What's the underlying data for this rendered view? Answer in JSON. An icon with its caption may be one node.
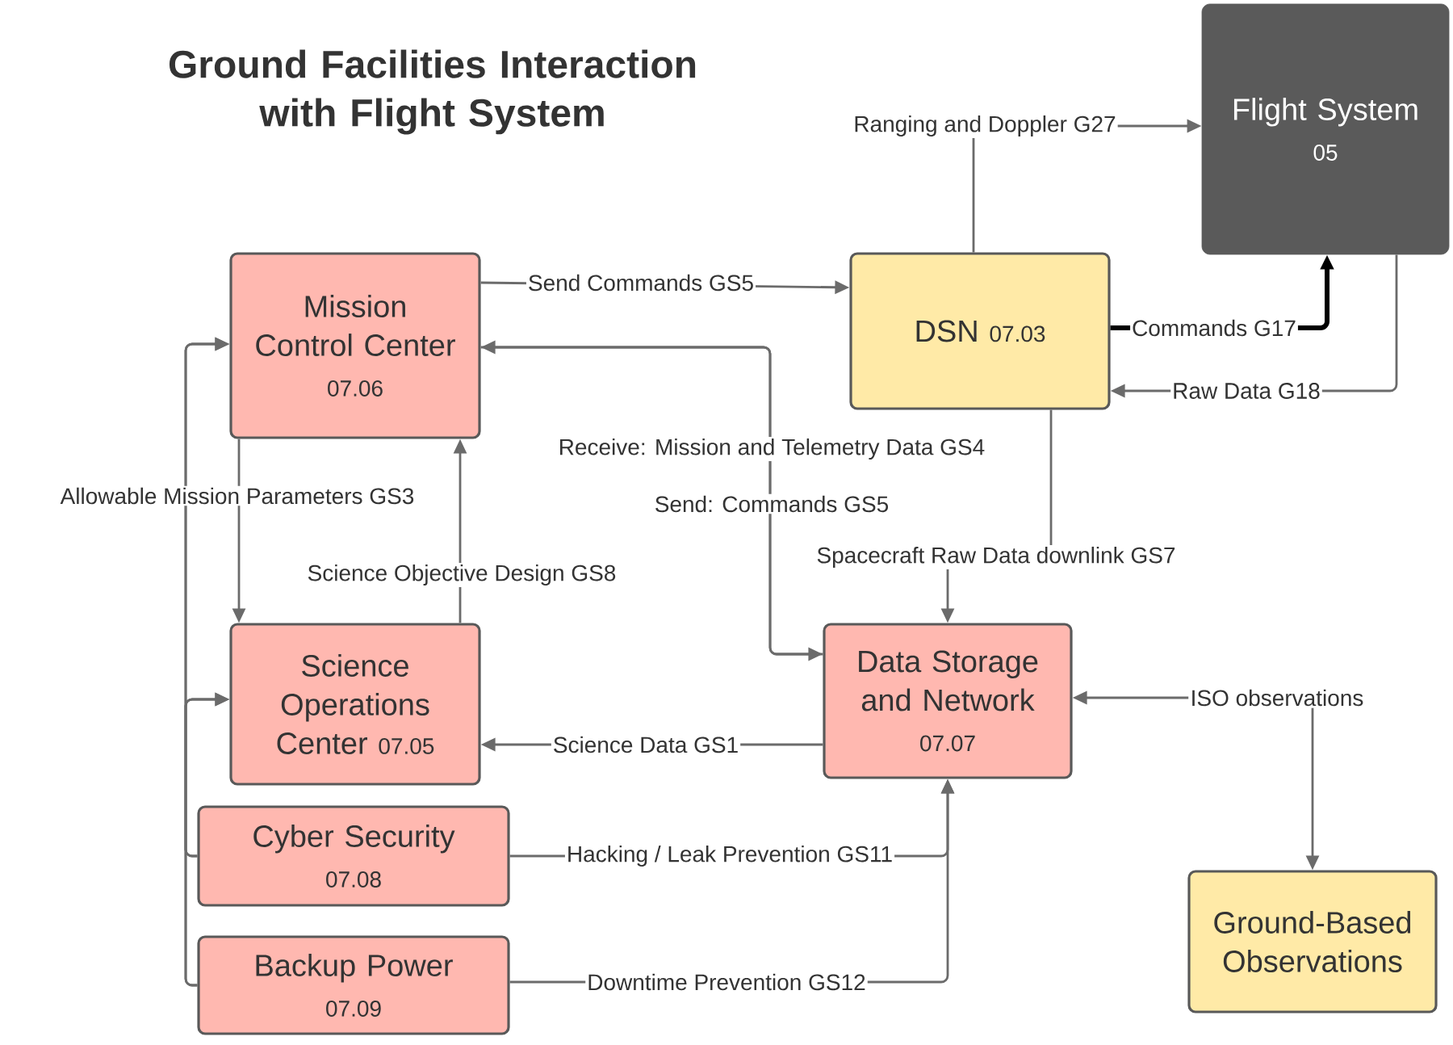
{
  "diagram": {
    "title": "Ground Facilities Interaction with Flight System",
    "nodes": [
      {
        "text": [
          "Mission Control Center",
          "07.06"
        ]
      },
      {
        "text": [
          "DSN",
          "07.03"
        ]
      },
      {
        "text": [
          "Flight System",
          "05"
        ]
      },
      {
        "text": [
          "Science Operations Center",
          "07.05"
        ]
      },
      {
        "text": [
          "Data Storage and Network",
          "07.07"
        ]
      },
      {
        "text": [
          "Cyber Security",
          "07.08"
        ]
      },
      {
        "text": [
          "Backup Power",
          "07.09"
        ]
      },
      {
        "text": [
          "Ground-Based Observations"
        ]
      },
      {
        "text": [
          "ISO observations"
        ]
      }
    ],
    "edges": [
      {
        "from": 0,
        "to": 1,
        "arrow": "to",
        "label": "Send Commands GS5"
      },
      {
        "from": 1,
        "to": 2,
        "arrow": "to",
        "label": "Ranging and Doppler G27"
      },
      {
        "from": 1,
        "to": 2,
        "arrow": "to",
        "label": "Commands G17",
        "style": "thick",
        "color": "#000000"
      },
      {
        "from": 2,
        "to": 1,
        "arrow": "to",
        "label": "Raw Data G18"
      },
      {
        "from": 4,
        "to": 0,
        "arrow": "to",
        "label": "Receive: Mission and Telemetry Data GS4"
      },
      {
        "from": 0,
        "to": 4,
        "arrow": "to",
        "label": "Send: Commands GS5"
      },
      {
        "from": 1,
        "to": 4,
        "arrow": "to",
        "label": "Spacecraft Raw Data downlink GS7"
      },
      {
        "from": 0,
        "to": 3,
        "arrow": "to",
        "label": "Allowable Mission Parameters GS3"
      },
      {
        "from": 3,
        "to": 0,
        "arrow": "to",
        "label": "Science Objective Design GS8"
      },
      {
        "from": 4,
        "to": 3,
        "arrow": "to",
        "label": "Science Data GS1"
      },
      {
        "from": 5,
        "to": 4,
        "arrow": "to",
        "label": "Hacking / Leak Prevention GS11"
      },
      {
        "from": 6,
        "to": 4,
        "arrow": "to",
        "label": "Downtime Prevention GS12"
      },
      {
        "from": 8,
        "to": 4,
        "arrow": "to"
      },
      {
        "from": 8,
        "to": 7,
        "arrow": "to"
      },
      {
        "from": 5,
        "to": 0,
        "arrow": "to"
      },
      {
        "from": 5,
        "to": 3,
        "arrow": "to"
      },
      {
        "from": 6,
        "to": 0,
        "arrow": "to"
      },
      {
        "from": 6,
        "to": 3,
        "arrow": "to"
      }
    ]
  }
}
